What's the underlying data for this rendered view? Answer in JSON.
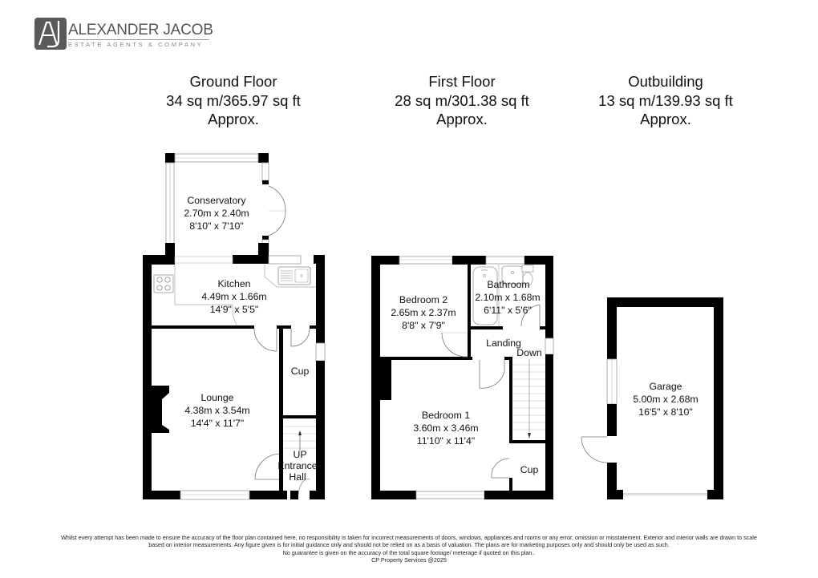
{
  "logo": {
    "initials": "AJ",
    "name": "ALEXANDER JACOB",
    "tagline": "ESTATE AGENTS & COMPANY"
  },
  "floors": [
    {
      "name": "Ground Floor",
      "area": "34 sq m/365.97 sq ft",
      "approx": "Approx.",
      "rooms": [
        {
          "name": "Conservatory",
          "metric": "2.70m x 2.40m",
          "imperial": "8'10\" x 7'10\""
        },
        {
          "name": "Kitchen",
          "metric": "4.49m x 1.66m",
          "imperial": "14'9\" x 5'5\""
        },
        {
          "name": "Lounge",
          "metric": "4.38m x 3.54m",
          "imperial": "14'4\" x 11'7\""
        },
        {
          "name": "Cup"
        },
        {
          "name": "UP"
        },
        {
          "name": "Entrance",
          "line2": "Hall"
        }
      ]
    },
    {
      "name": "First Floor",
      "area": "28 sq m/301.38 sq ft",
      "approx": "Approx.",
      "rooms": [
        {
          "name": "Bedroom 2",
          "metric": "2.65m x 2.37m",
          "imperial": "8'8\" x 7'9\""
        },
        {
          "name": "Bathroom",
          "metric": "2.10m x 1.68m",
          "imperial": "6'11\" x 5'6\""
        },
        {
          "name": "Landing"
        },
        {
          "name": "Down"
        },
        {
          "name": "Bedroom 1",
          "metric": "3.60m x 3.46m",
          "imperial": "11'10\" x 11'4\""
        },
        {
          "name": "Cup"
        }
      ]
    },
    {
      "name": "Outbuilding",
      "area": "13 sq m/139.93 sq ft",
      "approx": "Approx.",
      "rooms": [
        {
          "name": "Garage",
          "metric": "5.00m x 2.68m",
          "imperial": "16'5\" x 8'10\""
        }
      ]
    }
  ],
  "disclaimer": {
    "line1": "Whilst every attempt has been made to ensure the accuracy of the floor plan contained here, no responsibility is taken for incorrect measurements of doors, windows, appliances and rooms or any error, omission or misstatement. Exterior and interior walls are drawn to scale",
    "line2": "based on interior measurements. Any figure given is for initial guidance only and should not be relied on as a basis of valuation. The plans are for marketing purposes only and should only be used as such.",
    "line3": "No guarantee is given on the accuracy of the total square footage/ meterage if quoted on this plan..",
    "line4": "CP Property Services @2025"
  }
}
